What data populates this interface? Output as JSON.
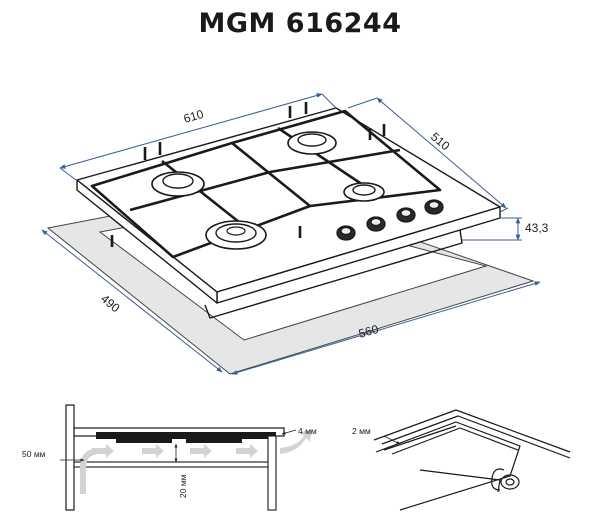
{
  "title": "MGM 616244",
  "dimensions": {
    "width": "610",
    "depth": "510",
    "height": "43,3",
    "cutout_width": "560",
    "cutout_depth": "490"
  },
  "installation": {
    "gap_side": "50 мм",
    "gap_bottom": "20 мм",
    "gap_top": "4 мм",
    "seal": "2 мм"
  },
  "colors": {
    "dimension_line": "#3a5f9a",
    "cutout_fill": "#e6e6e6",
    "airflow_arrow": "#d3d3d3"
  }
}
